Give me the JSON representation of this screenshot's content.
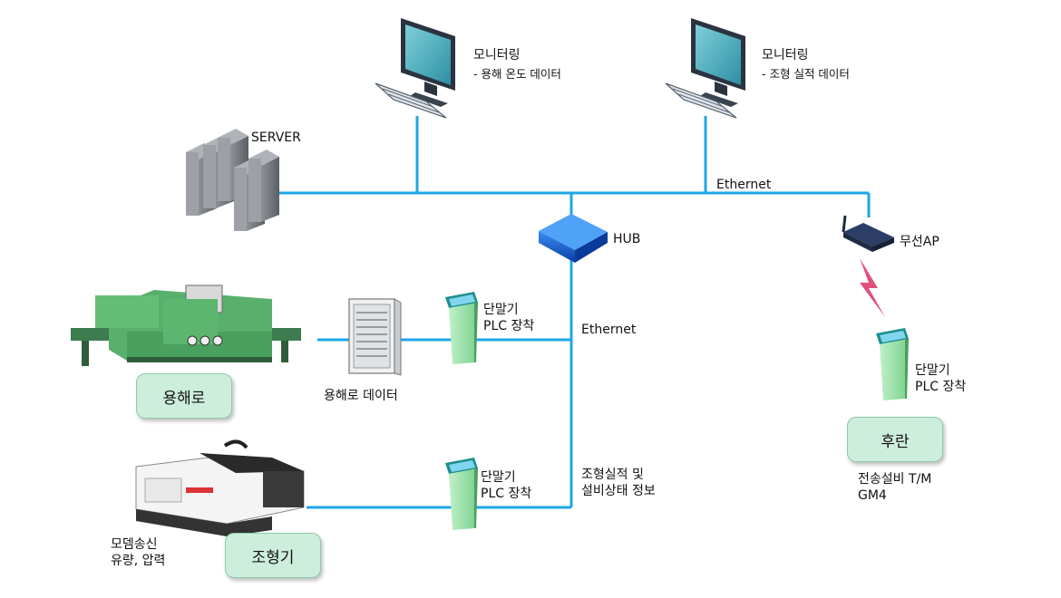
{
  "network": {
    "ethernet_top": "Ethernet",
    "ethernet_mid": "Ethernet",
    "hub": "HUB",
    "server": "SERVER",
    "wireless_ap": "무선AP"
  },
  "monitors": [
    {
      "title": "모니터링",
      "sub": "- 용해 온도 데이터"
    },
    {
      "title": "모니터링",
      "sub": "- 조형 실적 데이터"
    }
  ],
  "terminals": [
    {
      "line1": "단말기",
      "line2": "PLC 장착"
    },
    {
      "line1": "단말기",
      "line2": "PLC 장착"
    },
    {
      "line1": "단말기",
      "line2": "PLC 장착"
    }
  ],
  "melting": {
    "label": "용해로",
    "data_label": "용해로 데이터"
  },
  "molding": {
    "label": "조형기",
    "note1": "모뎀송신",
    "note2": "유량, 압력",
    "info1": "조형실적 및",
    "info2": "설비상태 정보"
  },
  "post": {
    "label": "후란",
    "note1": "전송설비 T/M",
    "note2": "GM4"
  },
  "colors": {
    "line": "#1ea6e8",
    "wireless": "#e0507a",
    "pill": "#cdeedd"
  }
}
